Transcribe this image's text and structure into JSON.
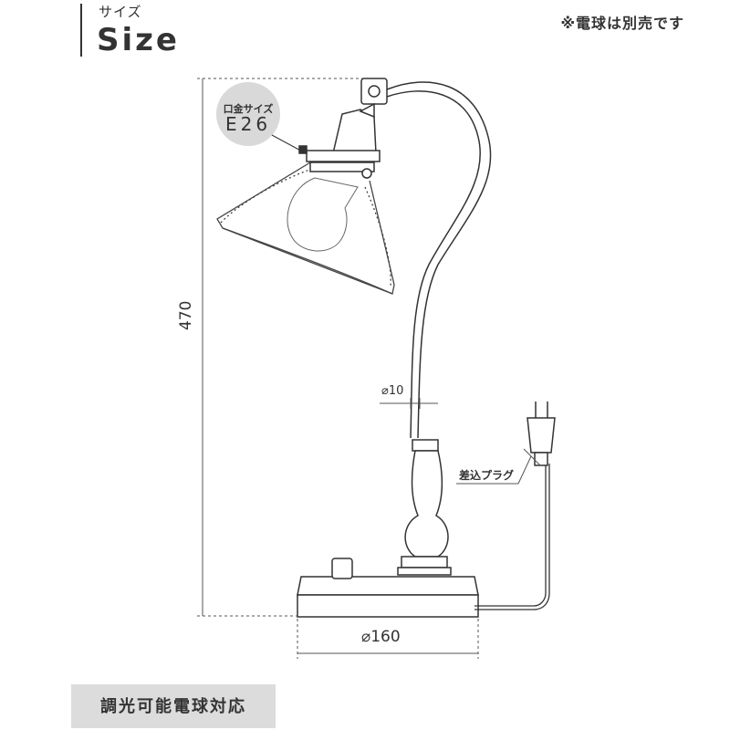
{
  "header": {
    "title_ja": "サイズ",
    "title_en": "Size",
    "note": "※電球は別売です"
  },
  "socket_badge": {
    "label": "口金サイズ",
    "value": "E26"
  },
  "dimensions": {
    "height": "470",
    "pipe_diameter": "⌀10",
    "base_diameter": "⌀160"
  },
  "plug_label": "差込プラグ",
  "footer": {
    "badge": "調光可能電球対応"
  },
  "colors": {
    "line": "#333333",
    "badge_bg": "#d9d9d9",
    "footer_bg": "#dcdcdc"
  }
}
